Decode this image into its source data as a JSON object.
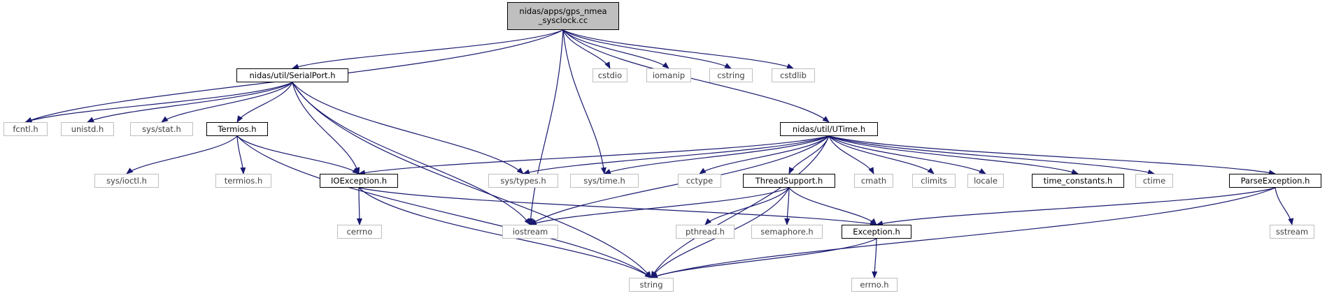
{
  "diagram": {
    "edge_color": "#191970",
    "nodes": [
      {
        "id": "root",
        "label": "nidas/apps/gps_nmea\n_sysclock.cc",
        "kind": "root"
      },
      {
        "id": "serialport",
        "label": "nidas/util/SerialPort.h",
        "kind": "local"
      },
      {
        "id": "cstdio",
        "label": "cstdio",
        "kind": "system"
      },
      {
        "id": "iomanip",
        "label": "iomanip",
        "kind": "system"
      },
      {
        "id": "cstring",
        "label": "cstring",
        "kind": "system"
      },
      {
        "id": "cstdlib",
        "label": "cstdlib",
        "kind": "system"
      },
      {
        "id": "fcntl",
        "label": "fcntl.h",
        "kind": "system"
      },
      {
        "id": "unistd",
        "label": "unistd.h",
        "kind": "system"
      },
      {
        "id": "sysstat",
        "label": "sys/stat.h",
        "kind": "system"
      },
      {
        "id": "termios_h",
        "label": "Termios.h",
        "kind": "local"
      },
      {
        "id": "utime",
        "label": "nidas/util/UTime.h",
        "kind": "local"
      },
      {
        "id": "sysioctl",
        "label": "sys/ioctl.h",
        "kind": "system"
      },
      {
        "id": "termios_sys",
        "label": "termios.h",
        "kind": "system"
      },
      {
        "id": "ioexception",
        "label": "IOException.h",
        "kind": "local"
      },
      {
        "id": "systypes",
        "label": "sys/types.h",
        "kind": "system"
      },
      {
        "id": "systime",
        "label": "sys/time.h",
        "kind": "system"
      },
      {
        "id": "cctype",
        "label": "cctype",
        "kind": "system"
      },
      {
        "id": "threadsupport",
        "label": "ThreadSupport.h",
        "kind": "local"
      },
      {
        "id": "cmath",
        "label": "cmath",
        "kind": "system"
      },
      {
        "id": "climits",
        "label": "climits",
        "kind": "system"
      },
      {
        "id": "locale",
        "label": "locale",
        "kind": "system"
      },
      {
        "id": "timeconstants",
        "label": "time_constants.h",
        "kind": "local"
      },
      {
        "id": "ctime",
        "label": "ctime",
        "kind": "system"
      },
      {
        "id": "parseexception",
        "label": "ParseException.h",
        "kind": "local"
      },
      {
        "id": "cerrno",
        "label": "cerrno",
        "kind": "system"
      },
      {
        "id": "iostream",
        "label": "iostream",
        "kind": "system"
      },
      {
        "id": "pthread",
        "label": "pthread.h",
        "kind": "system"
      },
      {
        "id": "semaphore",
        "label": "semaphore.h",
        "kind": "system"
      },
      {
        "id": "exception",
        "label": "Exception.h",
        "kind": "local"
      },
      {
        "id": "sstream",
        "label": "sstream",
        "kind": "system"
      },
      {
        "id": "string",
        "label": "string",
        "kind": "system"
      },
      {
        "id": "errno",
        "label": "errno.h",
        "kind": "system"
      }
    ],
    "edges": [
      [
        "root",
        "serialport"
      ],
      [
        "root",
        "fcntl"
      ],
      [
        "root",
        "cstdio"
      ],
      [
        "root",
        "iomanip"
      ],
      [
        "root",
        "cstring"
      ],
      [
        "root",
        "cstdlib"
      ],
      [
        "root",
        "iostream"
      ],
      [
        "root",
        "systime"
      ],
      [
        "root",
        "utime"
      ],
      [
        "serialport",
        "fcntl"
      ],
      [
        "serialport",
        "unistd"
      ],
      [
        "serialport",
        "sysstat"
      ],
      [
        "serialport",
        "termios_h"
      ],
      [
        "serialport",
        "ioexception"
      ],
      [
        "serialport",
        "systypes"
      ],
      [
        "serialport",
        "iostream"
      ],
      [
        "serialport",
        "string"
      ],
      [
        "termios_h",
        "sysioctl"
      ],
      [
        "termios_h",
        "termios_sys"
      ],
      [
        "termios_h",
        "ioexception"
      ],
      [
        "termios_h",
        "string"
      ],
      [
        "ioexception",
        "cerrno"
      ],
      [
        "ioexception",
        "exception"
      ],
      [
        "ioexception",
        "string"
      ],
      [
        "utime",
        "ioexception"
      ],
      [
        "utime",
        "systypes"
      ],
      [
        "utime",
        "systime"
      ],
      [
        "utime",
        "iostream"
      ],
      [
        "utime",
        "cctype"
      ],
      [
        "utime",
        "threadsupport"
      ],
      [
        "utime",
        "cmath"
      ],
      [
        "utime",
        "climits"
      ],
      [
        "utime",
        "locale"
      ],
      [
        "utime",
        "timeconstants"
      ],
      [
        "utime",
        "ctime"
      ],
      [
        "utime",
        "parseexception"
      ],
      [
        "utime",
        "string"
      ],
      [
        "threadsupport",
        "iostream"
      ],
      [
        "threadsupport",
        "pthread"
      ],
      [
        "threadsupport",
        "semaphore"
      ],
      [
        "threadsupport",
        "exception"
      ],
      [
        "threadsupport",
        "string"
      ],
      [
        "exception",
        "string"
      ],
      [
        "exception",
        "errno"
      ],
      [
        "parseexception",
        "exception"
      ],
      [
        "parseexception",
        "sstream"
      ],
      [
        "parseexception",
        "string"
      ]
    ]
  }
}
